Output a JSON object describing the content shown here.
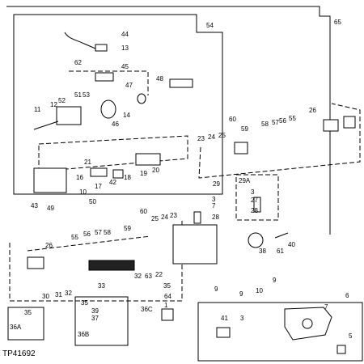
{
  "figure_id": "TP41692",
  "callouts": {
    "c1": "1",
    "c3a": "3",
    "c3b": "3",
    "c3c": "3",
    "c5": "5",
    "c6": "6",
    "c7a": "7",
    "c7b": "7",
    "c9a": "9",
    "c9b": "9",
    "c9c": "9",
    "c10": "10",
    "c11": "11",
    "c12": "12",
    "c13": "13",
    "c14": "14",
    "c16": "16",
    "c17": "17",
    "c18": "18",
    "c19": "19",
    "c20": "20",
    "c21": "21",
    "c22": "22",
    "c23a": "23",
    "c23b": "23",
    "c24a": "24",
    "c24b": "24",
    "c25a": "25",
    "c25b": "25",
    "c26a": "26",
    "c26b": "26",
    "c27": "27",
    "c28a": "28",
    "c28b": "28",
    "c29": "29",
    "c29a": "29A",
    "c30": "30",
    "c31": "31",
    "c32a": "32",
    "c32b": "32",
    "c33": "33",
    "c35a": "35",
    "c35b": "35",
    "c35c": "35",
    "c36a": "36A",
    "c36b": "36B",
    "c36c": "36C",
    "c37": "37",
    "c38": "38",
    "c39": "39",
    "c40": "40",
    "c41": "41",
    "c42": "42",
    "c43": "43",
    "c44": "44",
    "c45": "45",
    "c46": "46",
    "c47": "47",
    "c48": "48",
    "c49": "49",
    "c50": "50",
    "c51": "51",
    "c52": "52",
    "c53": "53",
    "c54": "54",
    "c55a": "55",
    "c55b": "55",
    "c56a": "56",
    "c56b": "56",
    "c57a": "57",
    "c57b": "57",
    "c58a": "58",
    "c58b": "58",
    "c59a": "59",
    "c59b": "59",
    "c60a": "60",
    "c60b": "60",
    "c61": "61",
    "c62": "62",
    "c63": "63",
    "c64": "64",
    "c65": "65"
  }
}
